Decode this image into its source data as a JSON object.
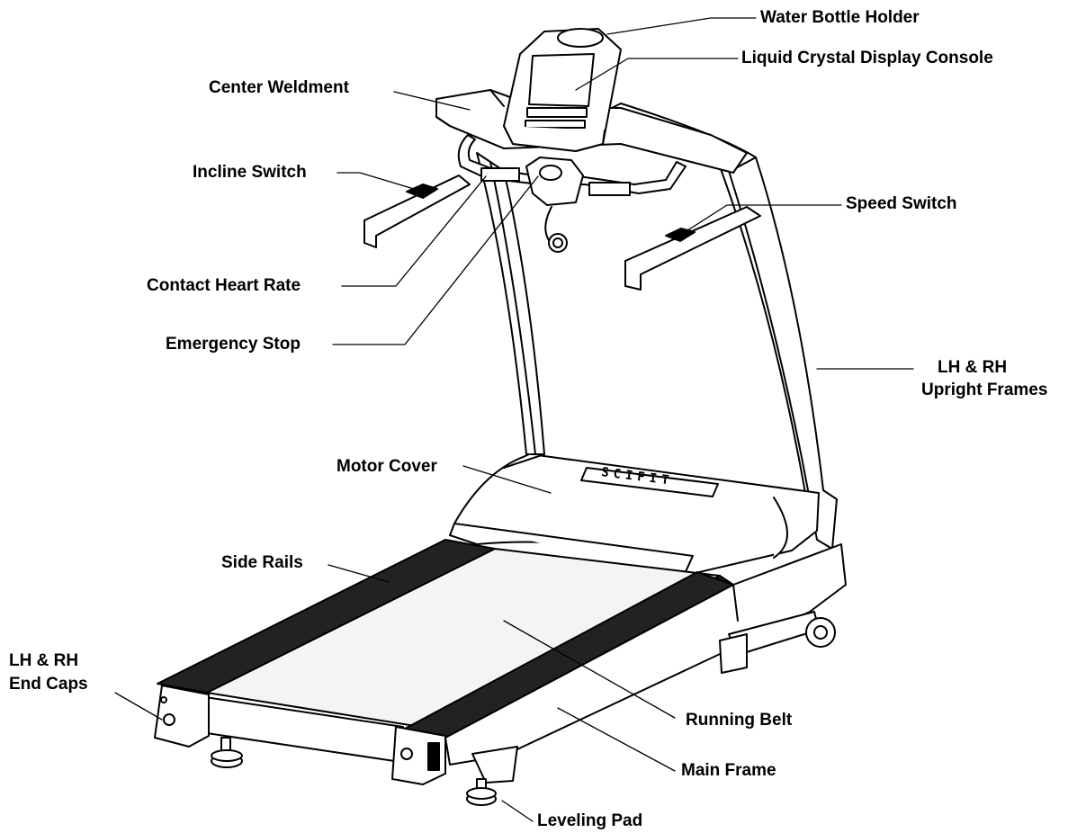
{
  "labels": {
    "water_bottle_holder": "Water Bottle Holder",
    "lcd_console": "Liquid Crystal Display Console",
    "center_weldment": "Center Weldment",
    "incline_switch": "Incline Switch",
    "speed_switch": "Speed Switch",
    "contact_heart_rate": "Contact Heart Rate",
    "emergency_stop": "Emergency Stop",
    "upright_frames_l1": "LH & RH",
    "upright_frames_l2": "Upright Frames",
    "motor_cover": "Motor Cover",
    "side_rails": "Side Rails",
    "end_caps_l1": "LH & RH",
    "end_caps_l2": "End Caps",
    "running_belt": "Running Belt",
    "main_frame": "Main Frame",
    "leveling_pad": "Leveling Pad"
  },
  "brand_marks": {
    "motor_cover_logo": "SCIFIT"
  },
  "colors": {
    "line": "#000000",
    "fill": "#ffffff",
    "rail": "#222222",
    "belt": "#f4f4f4"
  }
}
